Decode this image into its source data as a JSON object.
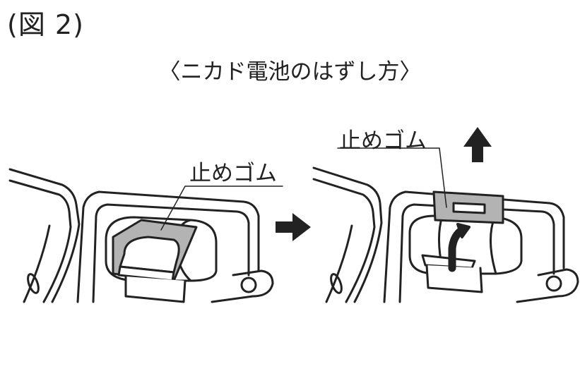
{
  "figure_label": "(図 2)",
  "heading": "〈ニカド電池のはずし方〉",
  "callouts": {
    "left": "止めゴム",
    "right": "止めゴム"
  },
  "colors": {
    "line": "#222222",
    "rubber": "#b3b3b3",
    "paper": "#ffffff"
  },
  "icons": [
    "arrow-right-icon",
    "arrow-up-icon",
    "curved-arrow-icon"
  ]
}
